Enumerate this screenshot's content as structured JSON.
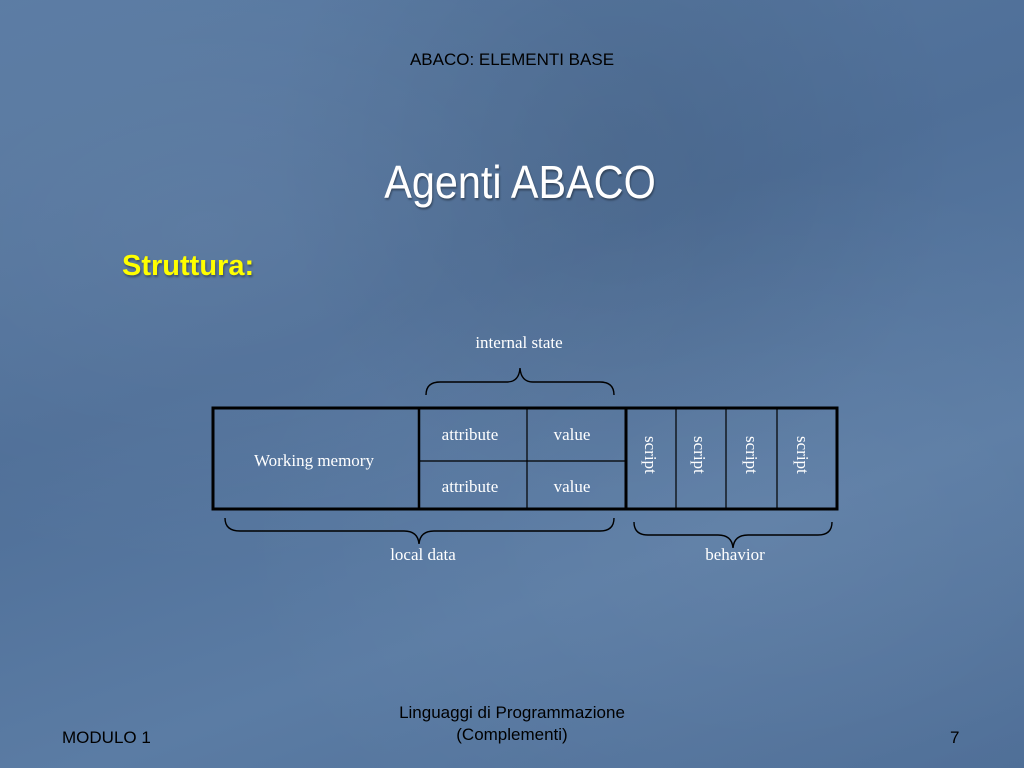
{
  "header": {
    "title": "ABACO: ELEMENTI BASE"
  },
  "slide": {
    "title": "Agenti ABACO",
    "section": "Struttura:"
  },
  "diagram": {
    "internal_state_label": "internal state",
    "working_memory_label": "Working memory",
    "rows": [
      {
        "attribute": "attribute",
        "value": "value"
      },
      {
        "attribute": "attribute",
        "value": "value"
      }
    ],
    "scripts": [
      "script",
      "script",
      "script",
      "script"
    ],
    "local_data_label": "local data",
    "behavior_label": "behavior"
  },
  "footer": {
    "left": "MODULO 1",
    "center_line1": "Linguaggi di Programmazione",
    "center_line2": "(Complementi)",
    "page_number": "7"
  },
  "colors": {
    "background": "#5577a0",
    "accent_yellow": "#ffff00",
    "footer_text": "#000000"
  }
}
